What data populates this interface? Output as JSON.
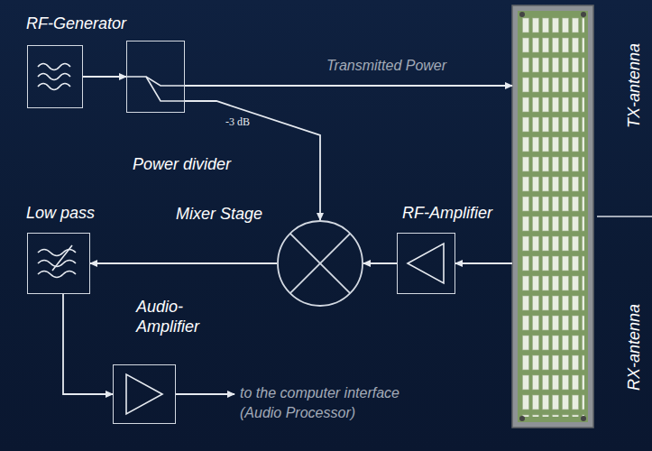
{
  "diagram": {
    "nodes": [
      {
        "text": [
          "RF-Generator"
        ]
      },
      {
        "text": [
          "Power divider"
        ]
      },
      {
        "text": [
          "TX-antenna",
          "RX-antenna"
        ]
      },
      {
        "text": [
          "Low pass"
        ]
      },
      {
        "text": [
          "Mixer Stage"
        ]
      },
      {
        "text": [
          "RF-Amplifier"
        ]
      },
      {
        "text": [
          "Audio- Amplifier"
        ]
      }
    ],
    "edges": [
      {
        "from": 0,
        "to": 1,
        "arrow": "to"
      },
      {
        "from": 1,
        "to": 2,
        "arrow": "to",
        "label": "Transmitted Power"
      },
      {
        "from": 1,
        "to": 4,
        "arrow": "to",
        "label": "-3 dB"
      },
      {
        "from": 2,
        "to": 5,
        "arrow": "to"
      },
      {
        "from": 5,
        "to": 4,
        "arrow": "to"
      },
      {
        "from": 4,
        "to": 3,
        "arrow": "to"
      },
      {
        "from": 3,
        "to": 6,
        "arrow": "to"
      }
    ],
    "labels": [
      "to the computer interface",
      "(Audio Processor)"
    ]
  }
}
